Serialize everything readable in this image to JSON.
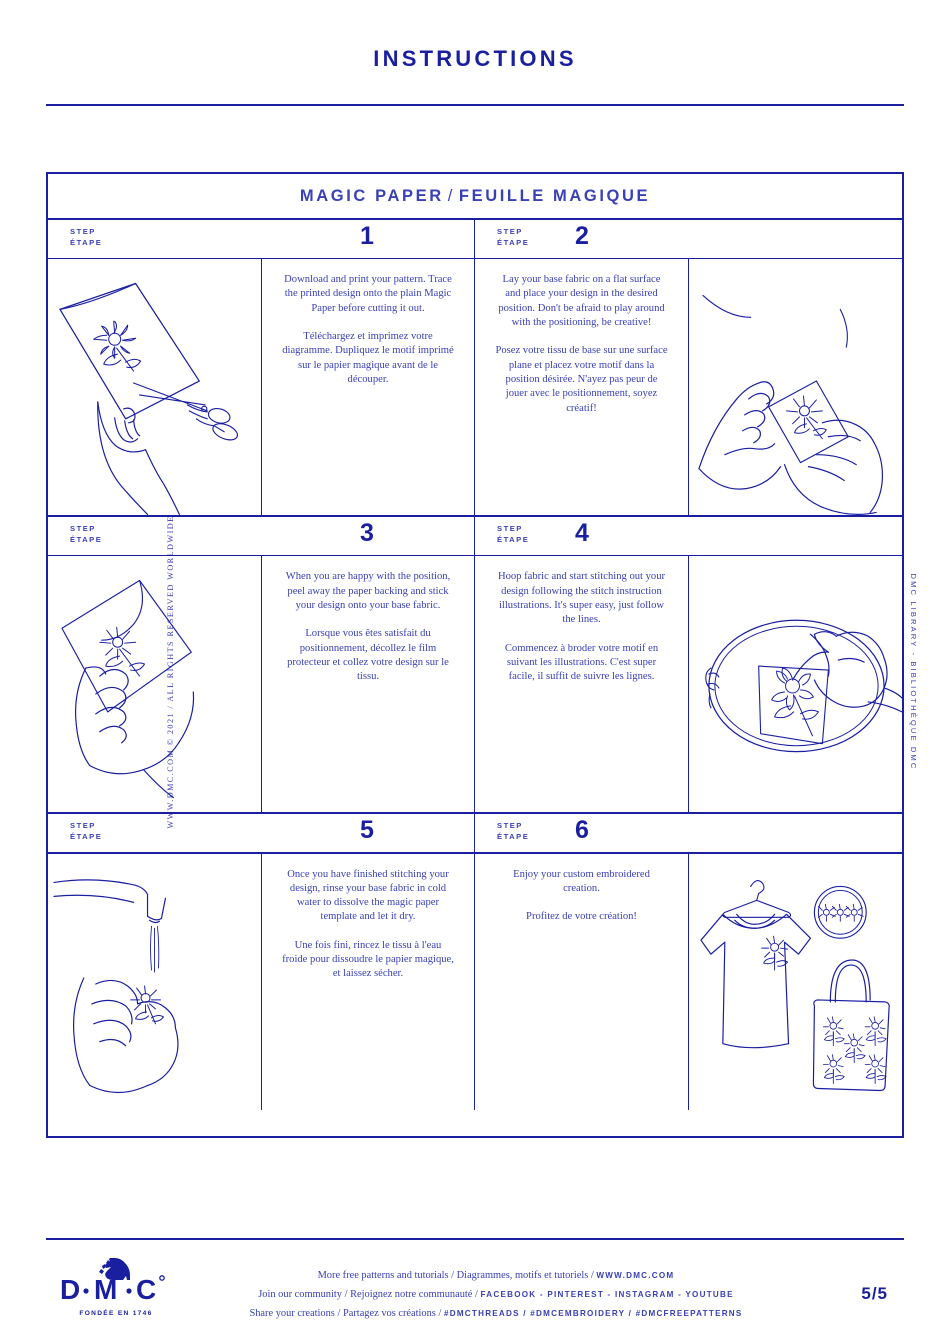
{
  "document": {
    "title": "INSTRUCTIONS",
    "page_number": "5/5"
  },
  "sidebars": {
    "left": "WWW.DMC.COM © 2021 / ALL RIGHTS RESERVED WORLDWIDE",
    "right": "DMC LIBRARY - BIBLIOTHÈQUE DMC"
  },
  "panel": {
    "title_en": "MAGIC PAPER",
    "title_sep": "/",
    "title_fr": "FEUILLE MAGIQUE"
  },
  "step_label": {
    "en": "STEP",
    "fr": "ÉTAPE"
  },
  "steps": [
    {
      "number": "1",
      "illustration": "hand-cutting-paper-with-scissors",
      "text_en": "Download and print your pattern. Trace the printed design onto the plain Magic Paper before cutting it out.",
      "text_fr": "Téléchargez et imprimez votre diagramme. Dupliquez le motif imprimé sur le papier magique avant de le découper."
    },
    {
      "number": "2",
      "illustration": "hands-placing-design-on-fabric",
      "text_en": "Lay your base fabric on a flat surface and place your design in the desired position. Don't be afraid to play around with the positioning, be creative!",
      "text_fr": "Posez votre tissu de base sur une surface plane et placez votre motif dans la position désirée. N'ayez pas peur de jouer avec le positionnement, soyez créatif!"
    },
    {
      "number": "3",
      "illustration": "hand-peeling-paper-backing",
      "text_en": "When you are happy with the position, peel away the paper backing and stick your design onto your base fabric.",
      "text_fr": "Lorsque vous êtes satisfait du positionnement, décollez le film protecteur et collez votre design sur le tissu."
    },
    {
      "number": "4",
      "illustration": "hand-stitching-in-embroidery-hoop",
      "text_en": "Hoop fabric and start stitching out your design following the stitch instruction illustrations. It's super easy, just follow the lines.",
      "text_fr": "Commencez à broder votre motif en suivant les illustrations. C'est super facile, il suffit de suivre les lignes."
    },
    {
      "number": "5",
      "illustration": "rinsing-fabric-under-tap",
      "text_en": "Once you have finished stitching your design, rinse your base fabric in cold water to dissolve the magic paper template and let it dry.",
      "text_fr": "Une fois fini, rincez le tissu à l'eau froide pour dissoudre le papier magique, et laissez sécher."
    },
    {
      "number": "6",
      "illustration": "finished-tshirt-hoop-and-tote-bag",
      "text_en": "Enjoy your custom embroidered creation.",
      "text_fr": "Profitez de votre création!"
    }
  ],
  "footer": {
    "logo_brand": "D·M·C",
    "logo_founded": "FONDÉE EN 1746",
    "line1_en": "More free patterns and tutorials",
    "line1_fr": "Diagrammes, motifs et tutoriels",
    "line1_caps": "WWW.DMC.COM",
    "line2_en": "Join our community",
    "line2_fr": "Rejoignez notre communauté",
    "line2_caps": "FACEBOOK - PINTEREST - INSTAGRAM - YOUTUBE",
    "line3_en": "Share your creations",
    "line3_fr": "Partagez vos créations",
    "line3_caps": "#DMCTHREADS / #DMCEMBROIDERY / #DMCFREEPATTERNS",
    "separator": "/"
  },
  "colors": {
    "ink": "#1a1fa0",
    "text": "#3a40b5",
    "background": "#ffffff"
  }
}
